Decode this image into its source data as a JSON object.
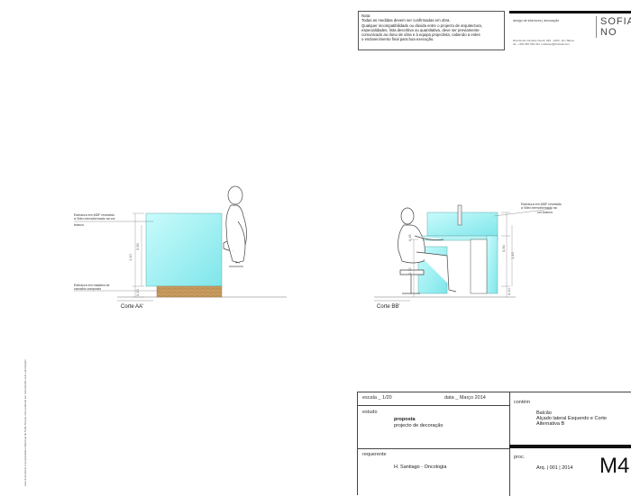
{
  "note": {
    "lines": [
      "Nota:",
      "Todas as medidas devem ser confirmadas em obra.",
      "Qualquer incompatibilidade ou dúvida entre o projecto de arquitectura,",
      "especialidades, lista descritiva ou quantitativa, deve ser previamente",
      "comunicado ao dono de obra e à equipa projectista, cabendo a estes",
      "o esclarecimento final para boa execução."
    ]
  },
  "firm": {
    "subtitle": "design de interiores  |  decoração",
    "brand": "SOFIA NO",
    "address": "Rua da Alv Camões Gueril, 293 - 1020 - Em Tabua",
    "contact": "tlm. +351 987 654 321  |  sofianov@hotmail.com"
  },
  "side_text": "este documento é propriedade intelectual de Sofia Novais, não podendo ser reproduzido sem autorização",
  "drawings": {
    "aa": {
      "title": "Corte AA'",
      "annotation_top": [
        "Estrutura em MDF revestido",
        "a Vidro termoformado na cor",
        "branco"
      ],
      "annotation_bottom": [
        "Estrutura em madeira de",
        "carvalho composto"
      ],
      "dims": [
        "1,10",
        "0,90",
        "0,10"
      ]
    },
    "bb": {
      "title": "Corte BB'",
      "annotation": [
        "Estrutura em MDF revestido",
        "a Vidro termoformado na",
        "cor branco"
      ],
      "dims_left": [
        "0,72",
        "0,45"
      ],
      "dims_right": [
        "0,90",
        "1,10",
        "0,10"
      ]
    }
  },
  "title_block": {
    "scale_label": "escala _ 1/20",
    "date_label": "data _ Março 2014",
    "study_label": "estudo",
    "study_value": "proposta",
    "study_desc": "projecto de decoração",
    "client_label": "requerente",
    "client_value": "H. Santiago - Oncologia",
    "content_label": "contém",
    "content_lines": [
      "Balcão",
      "Alçado lateral Esquerdo e Corte",
      "Alternativa B"
    ],
    "proc_label": "proc.",
    "proc_value": "Arq. | 001 | 2014",
    "sheet": "M4"
  },
  "colors": {
    "glass": "#9ef0f2",
    "wood": "#c79a5f",
    "line": "#555555"
  }
}
